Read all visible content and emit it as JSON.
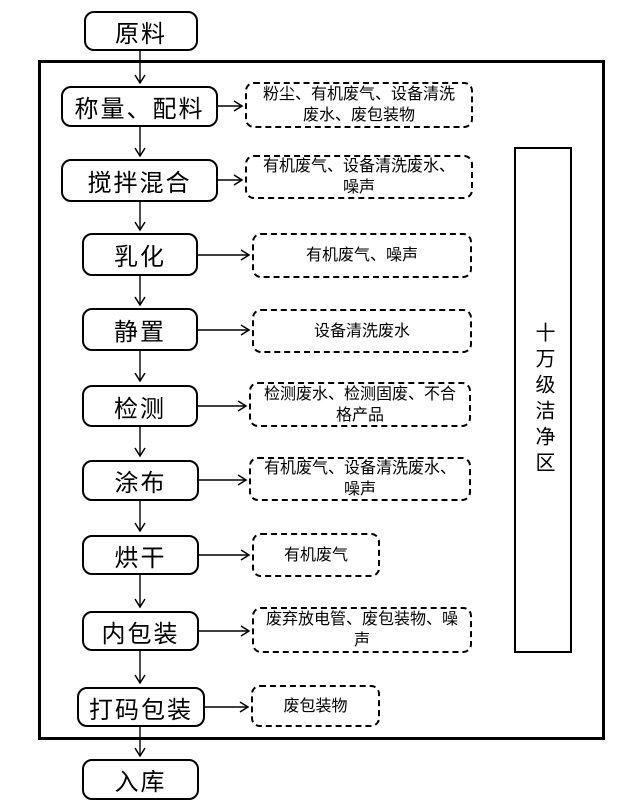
{
  "diagram": {
    "raw": {
      "label": "原料"
    },
    "steps": [
      {
        "label": "称量、配料",
        "waste": "粉尘、有机废气、设备清洗废水、废包装物"
      },
      {
        "label": "搅拌混合",
        "waste": "有机废气、设备清洗废水、噪声"
      },
      {
        "label": "乳化",
        "waste": "有机废气、噪声"
      },
      {
        "label": "静置",
        "waste": "设备清洗废水"
      },
      {
        "label": "检测",
        "waste": "检测废水、检测固废、不合格产品"
      },
      {
        "label": "涂布",
        "waste": "有机废气、设备清洗废水、噪声"
      },
      {
        "label": "烘干",
        "waste": "有机废气"
      },
      {
        "label": "内包装",
        "waste": "废弃放电管、废包装物、噪声"
      },
      {
        "label": "打码包装",
        "waste": "废包装物"
      }
    ],
    "storage": {
      "label": "入库"
    },
    "clean_zone": {
      "label": "十万级洁净区"
    },
    "colors": {
      "line": "#000000",
      "background": "#ffffff"
    }
  }
}
